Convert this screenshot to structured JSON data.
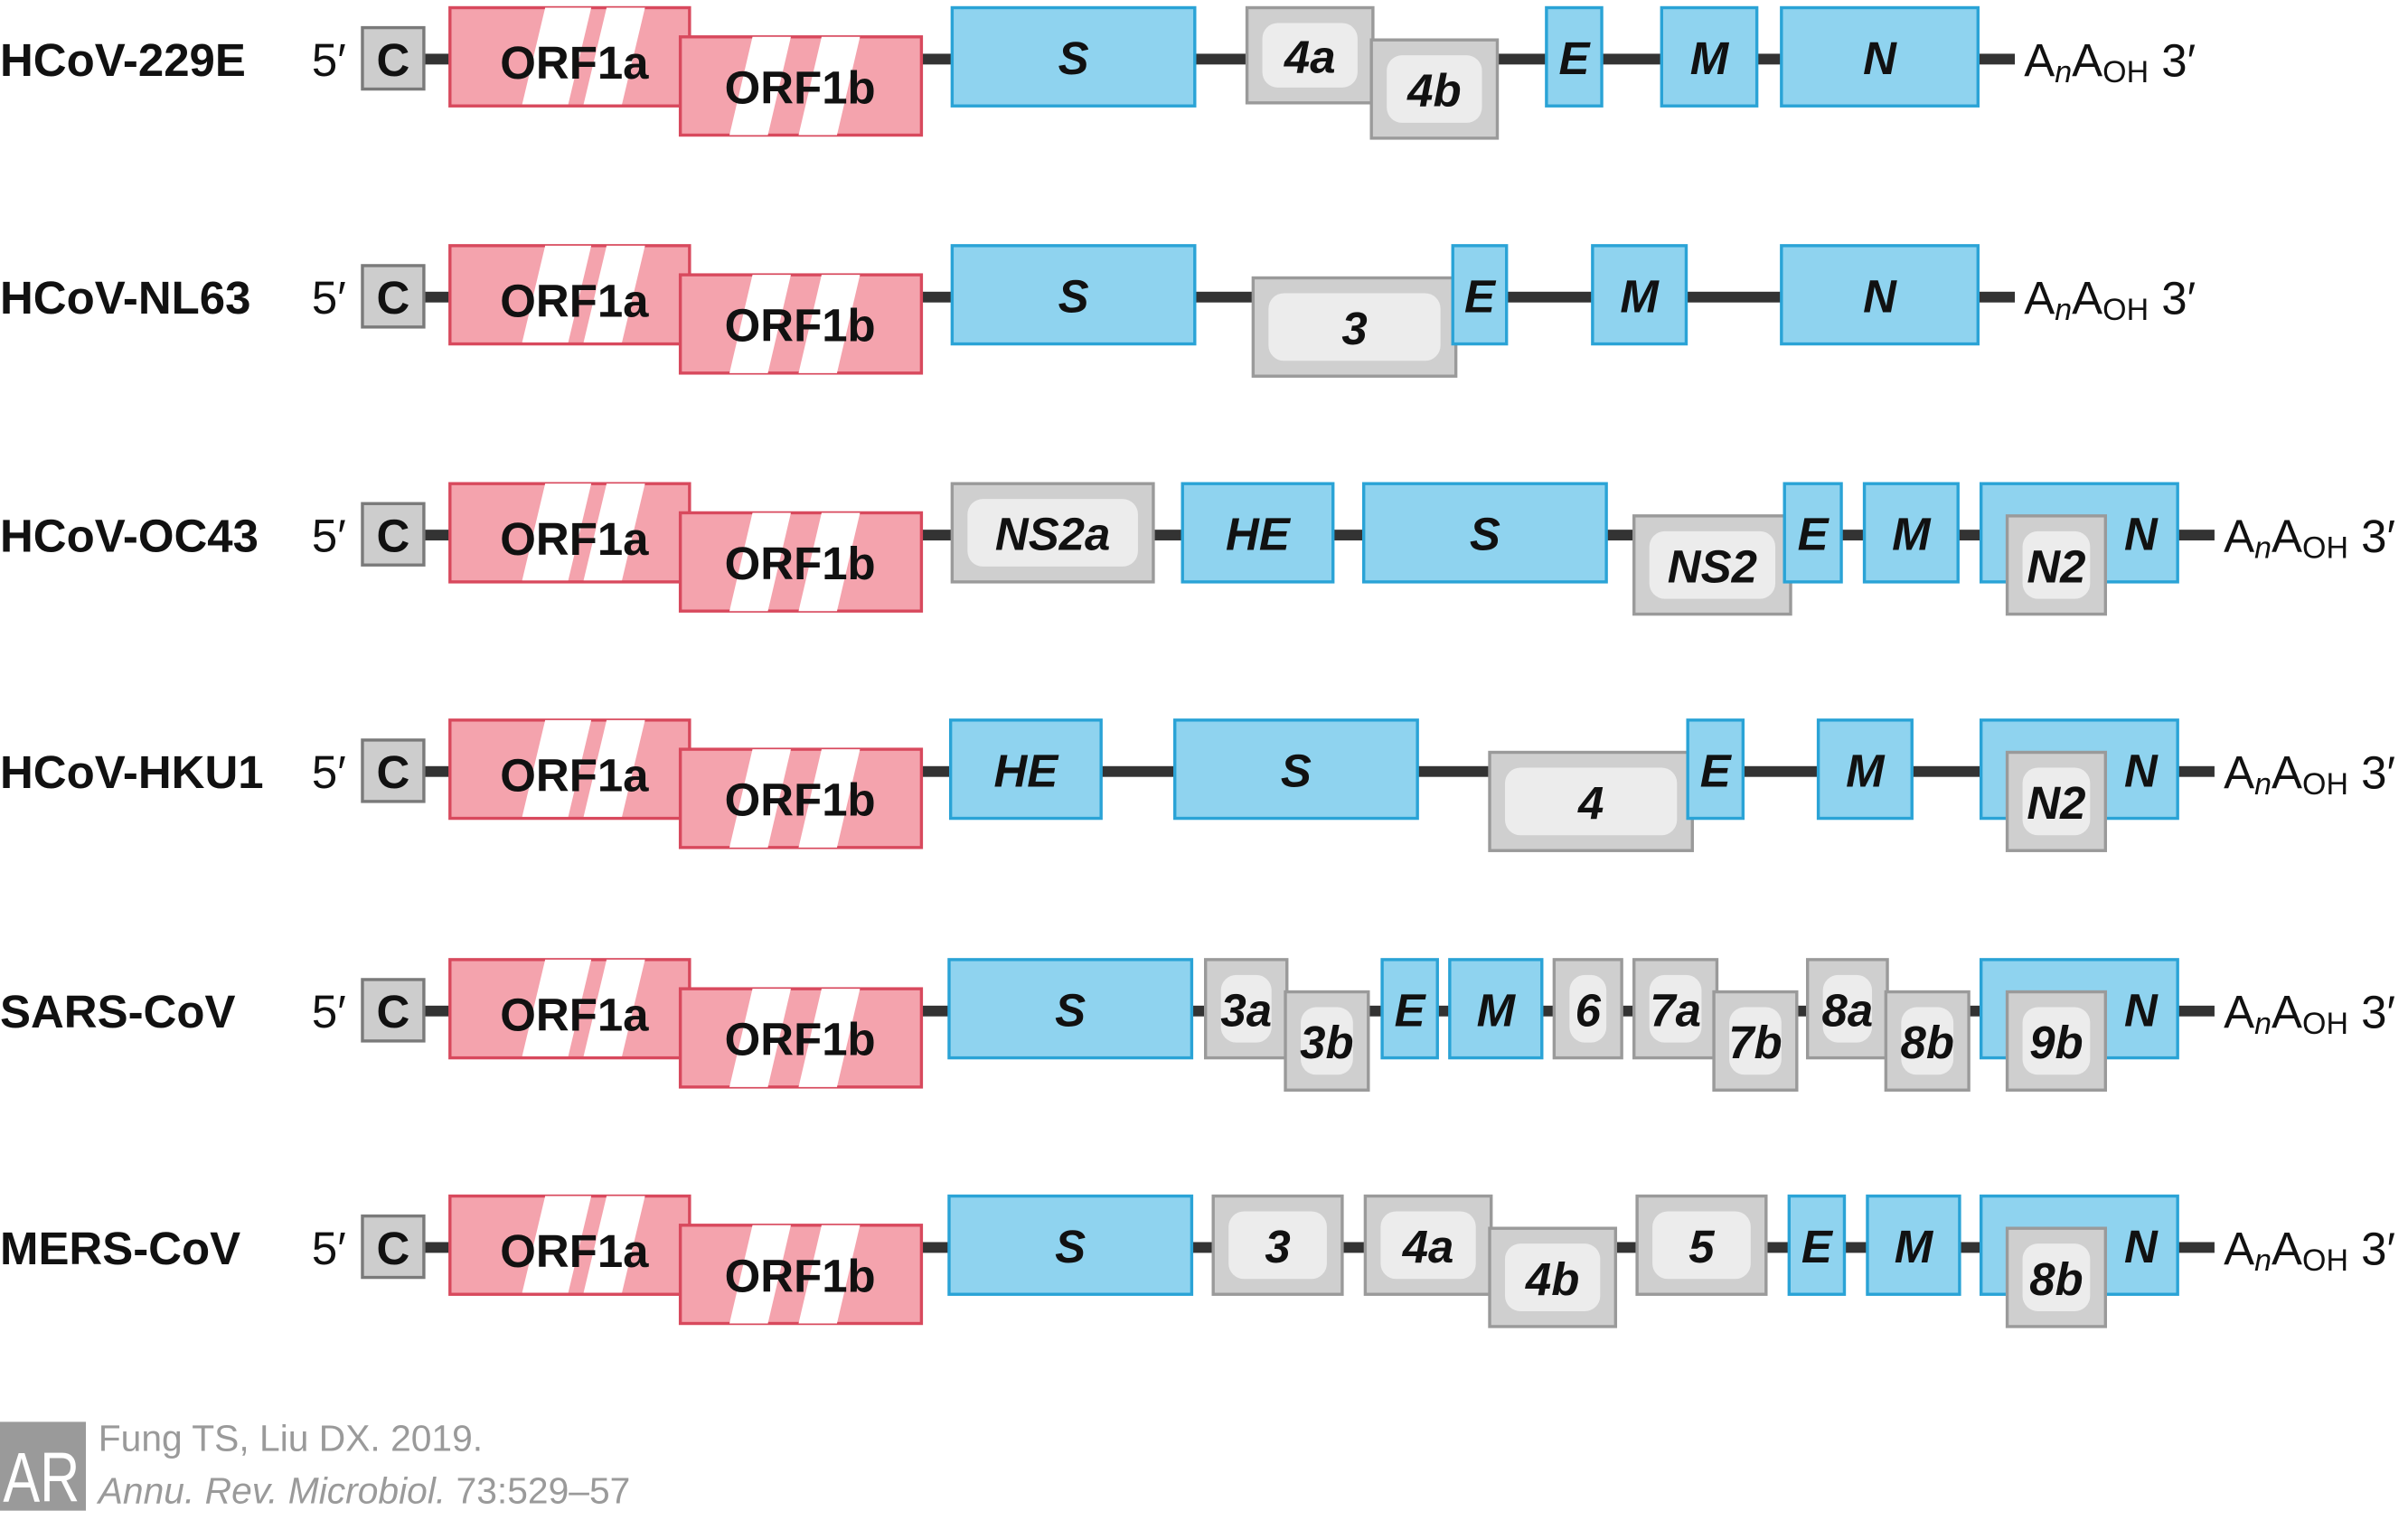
{
  "colors": {
    "orf_fill": "#f4a3ad",
    "orf_stroke": "#d8495d",
    "structural_fill": "#8fd3ef",
    "structural_stroke": "#2aa3d6",
    "accessory_fill": "#cfcfcf",
    "accessory_inner": "#ececec",
    "accessory_stroke": "#9a9a9a",
    "leader_fill": "#cdcdcd",
    "leader_stroke": "#7a7a7a",
    "backbone": "#333333",
    "label_text": "#111111",
    "citation_text": "#9a9a9a",
    "logo_fill": "#9a9a9a"
  },
  "genomes": [
    {
      "name": "HCoV-229E",
      "five_prime": "5′",
      "leader": "C",
      "orf1a": "ORF1a",
      "orf1b": "ORF1b",
      "genes": [
        {
          "label": "S",
          "kind": "structural"
        },
        {
          "label": "4a",
          "kind": "accessory"
        },
        {
          "label": "4b",
          "kind": "accessory"
        },
        {
          "label": "E",
          "kind": "structural"
        },
        {
          "label": "M",
          "kind": "structural"
        },
        {
          "label": "N",
          "kind": "structural"
        }
      ],
      "tail": {
        "a1": "A",
        "n": "n",
        "a2": "A",
        "oh": "OH",
        "end": "3′"
      }
    },
    {
      "name": "HCoV-NL63",
      "five_prime": "5′",
      "leader": "C",
      "orf1a": "ORF1a",
      "orf1b": "ORF1b",
      "genes": [
        {
          "label": "S",
          "kind": "structural"
        },
        {
          "label": "3",
          "kind": "accessory"
        },
        {
          "label": "E",
          "kind": "structural"
        },
        {
          "label": "M",
          "kind": "structural"
        },
        {
          "label": "N",
          "kind": "structural"
        }
      ],
      "tail": {
        "a1": "A",
        "n": "n",
        "a2": "A",
        "oh": "OH",
        "end": "3′"
      }
    },
    {
      "name": "HCoV-OC43",
      "five_prime": "5′",
      "leader": "C",
      "orf1a": "ORF1a",
      "orf1b": "ORF1b",
      "genes": [
        {
          "label": "NS2a",
          "kind": "accessory"
        },
        {
          "label": "HE",
          "kind": "structural"
        },
        {
          "label": "S",
          "kind": "structural"
        },
        {
          "label": "NS2",
          "kind": "accessory"
        },
        {
          "label": "E",
          "kind": "structural"
        },
        {
          "label": "M",
          "kind": "structural"
        },
        {
          "label": "N",
          "kind": "structural"
        },
        {
          "label": "N2",
          "kind": "accessory"
        }
      ],
      "tail": {
        "a1": "A",
        "n": "n",
        "a2": "A",
        "oh": "OH",
        "end": "3′"
      }
    },
    {
      "name": "HCoV-HKU1",
      "five_prime": "5′",
      "leader": "C",
      "orf1a": "ORF1a",
      "orf1b": "ORF1b",
      "genes": [
        {
          "label": "HE",
          "kind": "structural"
        },
        {
          "label": "S",
          "kind": "structural"
        },
        {
          "label": "4",
          "kind": "accessory"
        },
        {
          "label": "E",
          "kind": "structural"
        },
        {
          "label": "M",
          "kind": "structural"
        },
        {
          "label": "N",
          "kind": "structural"
        },
        {
          "label": "N2",
          "kind": "accessory"
        }
      ],
      "tail": {
        "a1": "A",
        "n": "n",
        "a2": "A",
        "oh": "OH",
        "end": "3′"
      }
    },
    {
      "name": "SARS-CoV",
      "five_prime": "5′",
      "leader": "C",
      "orf1a": "ORF1a",
      "orf1b": "ORF1b",
      "genes": [
        {
          "label": "S",
          "kind": "structural"
        },
        {
          "label": "3a",
          "kind": "accessory"
        },
        {
          "label": "3b",
          "kind": "accessory"
        },
        {
          "label": "E",
          "kind": "structural"
        },
        {
          "label": "M",
          "kind": "structural"
        },
        {
          "label": "6",
          "kind": "accessory"
        },
        {
          "label": "7a",
          "kind": "accessory"
        },
        {
          "label": "7b",
          "kind": "accessory"
        },
        {
          "label": "8a",
          "kind": "accessory"
        },
        {
          "label": "8b",
          "kind": "accessory"
        },
        {
          "label": "N",
          "kind": "structural"
        },
        {
          "label": "9b",
          "kind": "accessory"
        }
      ],
      "tail": {
        "a1": "A",
        "n": "n",
        "a2": "A",
        "oh": "OH",
        "end": "3′"
      }
    },
    {
      "name": "MERS-CoV",
      "five_prime": "5′",
      "leader": "C",
      "orf1a": "ORF1a",
      "orf1b": "ORF1b",
      "genes": [
        {
          "label": "S",
          "kind": "structural"
        },
        {
          "label": "3",
          "kind": "accessory"
        },
        {
          "label": "4a",
          "kind": "accessory"
        },
        {
          "label": "4b",
          "kind": "accessory"
        },
        {
          "label": "5",
          "kind": "accessory"
        },
        {
          "label": "E",
          "kind": "structural"
        },
        {
          "label": "M",
          "kind": "structural"
        },
        {
          "label": "N",
          "kind": "structural"
        },
        {
          "label": "8b",
          "kind": "accessory"
        }
      ],
      "tail": {
        "a1": "A",
        "n": "n",
        "a2": "A",
        "oh": "OH",
        "end": "3′"
      }
    }
  ],
  "citation": {
    "line1": "Fung TS, Liu DX. 2019.",
    "journal": "Annu. Rev. Microbiol.",
    "pages": " 73:529–57",
    "logo_text": "AR"
  }
}
